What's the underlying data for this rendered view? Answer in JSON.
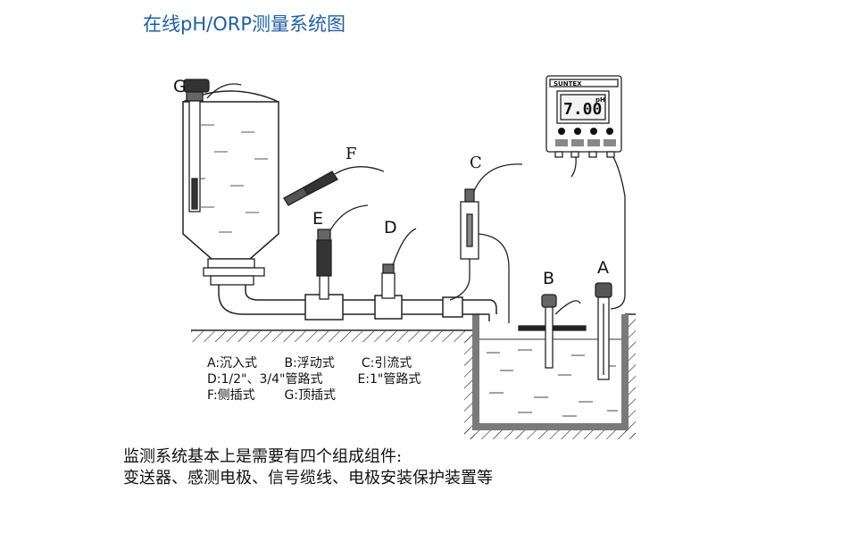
{
  "title": "在线pH/ORP测量系统图",
  "labels": {
    "A": "A",
    "B": "B",
    "C": "C",
    "D": "D",
    "E": "E",
    "F": "F",
    "G": "G"
  },
  "meter": {
    "brand": "SUNTEX",
    "reading": "7.00",
    "unit": "pH"
  },
  "legend": {
    "row1": [
      "A:沉入式",
      "B:浮动式",
      "C:引流式"
    ],
    "row2": [
      "D:1/2\"、3/4\"管路式",
      "E:1\"管路式"
    ],
    "row3": [
      "F:侧插式",
      "G:顶插式"
    ]
  },
  "description": {
    "line1": "监测系统基本上是需要有四个组成组件:",
    "line2": "变送器、感测电极、信号缆线、电极安装保护装置等"
  },
  "colors": {
    "title": "#1f5fa6",
    "line": "#1a1a1a",
    "tank_wall": "#777777"
  }
}
